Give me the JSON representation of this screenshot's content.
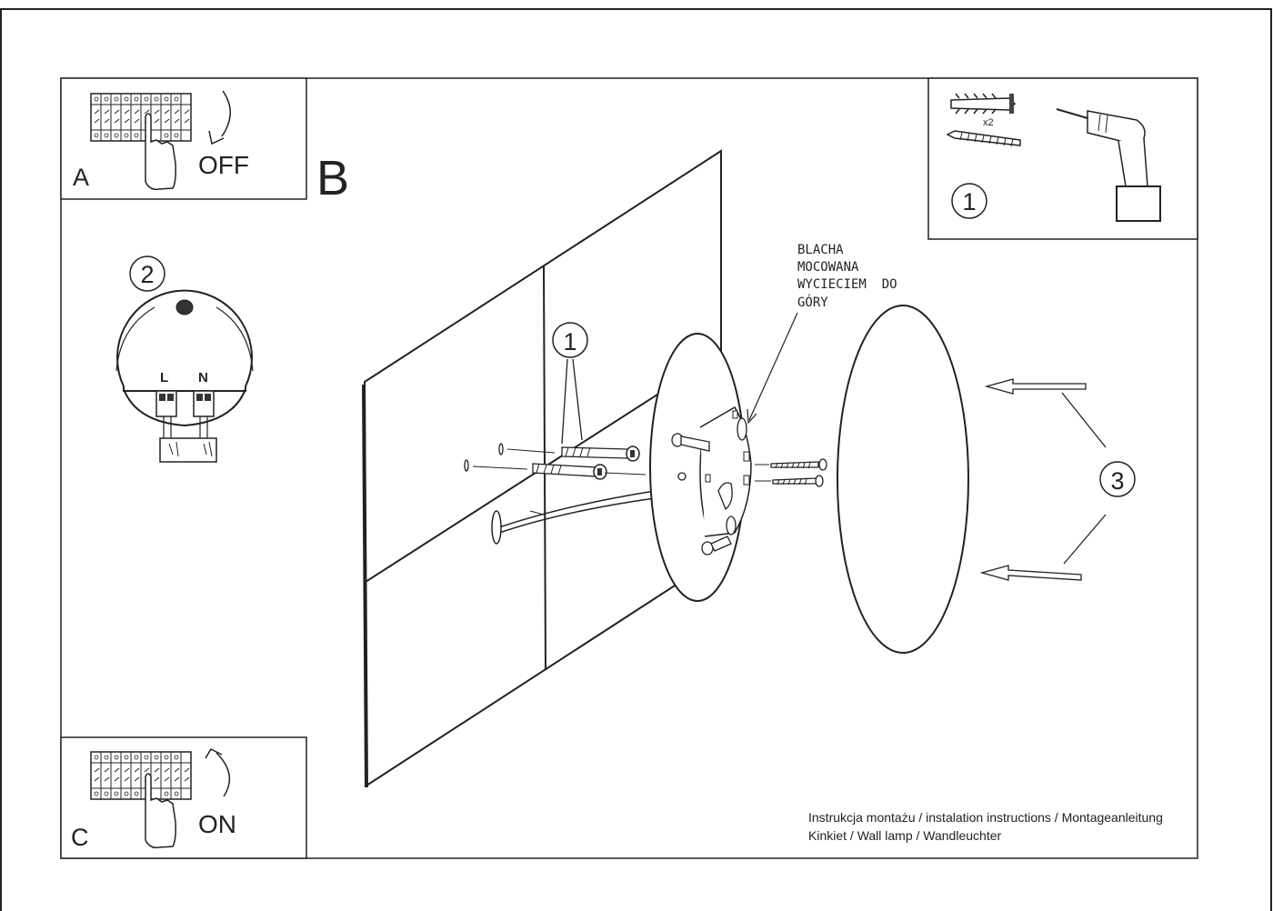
{
  "panels": {
    "a": {
      "letter": "A",
      "state_label": "OFF"
    },
    "b": {
      "letter": "B"
    },
    "c": {
      "letter": "C",
      "state_label": "ON"
    }
  },
  "tools": {
    "anchor_quantity": "x2",
    "step_number": "1"
  },
  "terminal_block": {
    "step_number": "2",
    "live_label": "L",
    "neutral_label": "N"
  },
  "assembly": {
    "step_1": "1",
    "step_3": "3",
    "plate_note": [
      "BLACHA",
      "MOCOWANA",
      "WYCIECIEM  DO",
      "GÓRY"
    ]
  },
  "caption": {
    "line1": "Instrukcja montażu / instalation instructions / Montageanleitung",
    "line2": "Kinkiet / Wall lamp / Wandleuchter"
  },
  "colors": {
    "line": "#222222",
    "background": "#ffffff"
  }
}
